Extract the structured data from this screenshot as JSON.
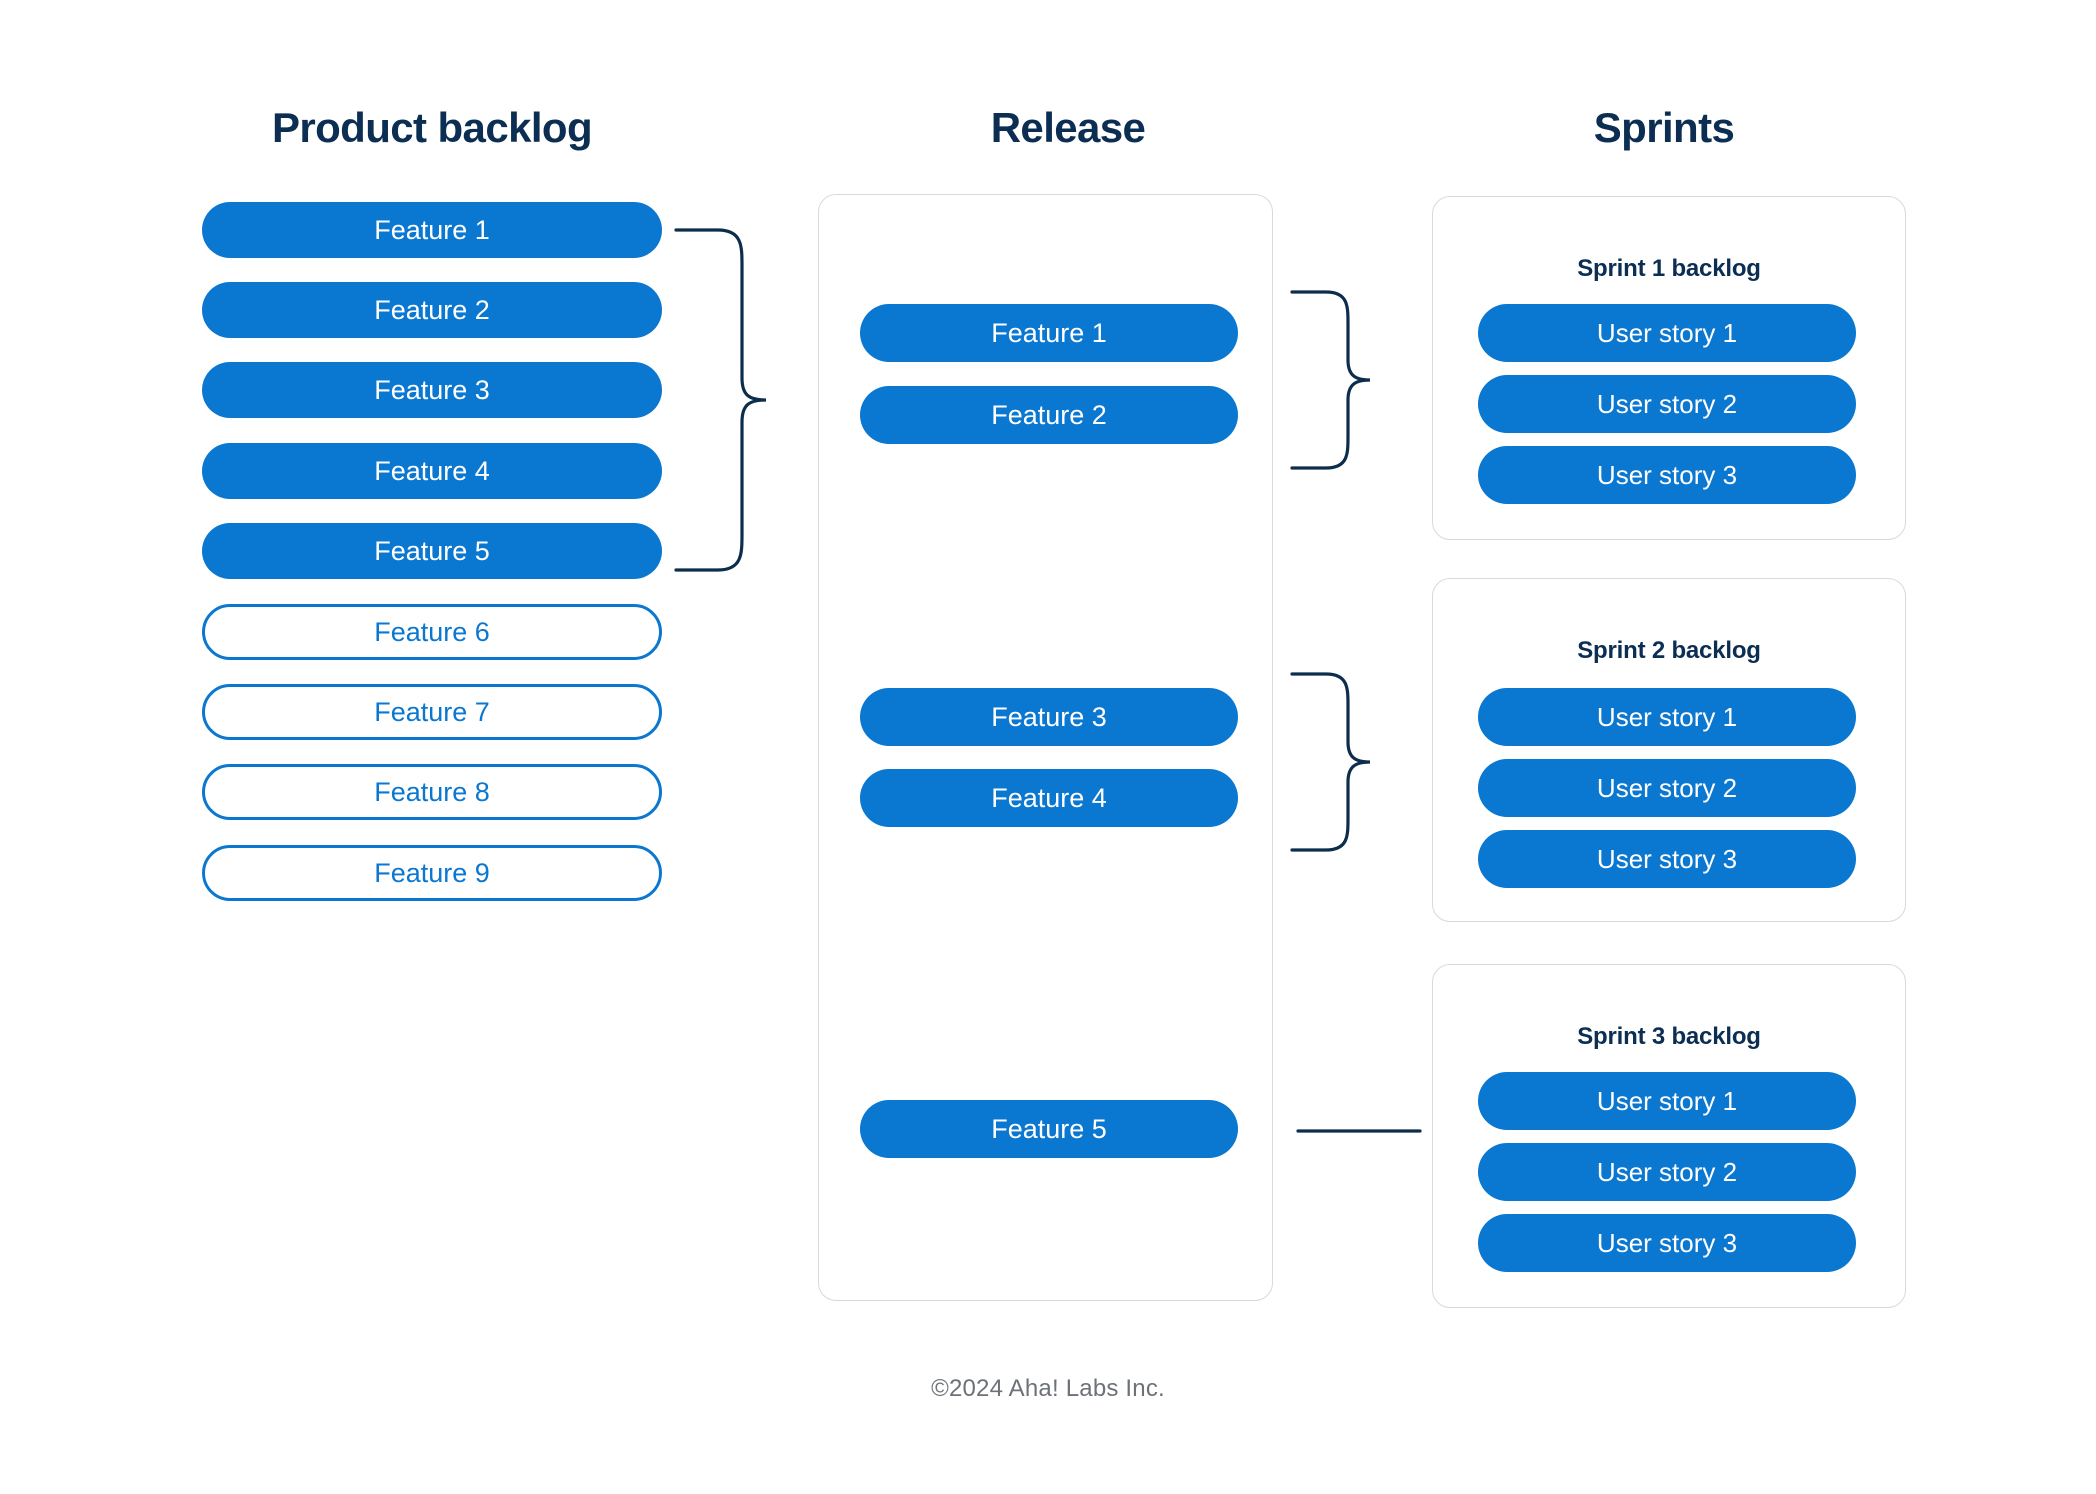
{
  "columns": {
    "backlog_title": "Product backlog",
    "release_title": "Release",
    "sprints_title": "Sprints"
  },
  "product_backlog": {
    "items": [
      {
        "label": "Feature 1",
        "state": "committed"
      },
      {
        "label": "Feature 2",
        "state": "committed"
      },
      {
        "label": "Feature 3",
        "state": "committed"
      },
      {
        "label": "Feature 4",
        "state": "committed"
      },
      {
        "label": "Feature 5",
        "state": "committed"
      },
      {
        "label": "Feature 6",
        "state": "uncommitted"
      },
      {
        "label": "Feature 7",
        "state": "uncommitted"
      },
      {
        "label": "Feature 8",
        "state": "uncommitted"
      },
      {
        "label": "Feature 9",
        "state": "uncommitted"
      }
    ]
  },
  "release": {
    "items": [
      {
        "label": "Feature 1"
      },
      {
        "label": "Feature 2"
      },
      {
        "label": "Feature 3"
      },
      {
        "label": "Feature 4"
      },
      {
        "label": "Feature 5"
      }
    ]
  },
  "sprints": [
    {
      "title": "Sprint 1 backlog",
      "stories": [
        {
          "label": "User story 1"
        },
        {
          "label": "User story 2"
        },
        {
          "label": "User story 3"
        }
      ]
    },
    {
      "title": "Sprint 2 backlog",
      "stories": [
        {
          "label": "User story 1"
        },
        {
          "label": "User story 2"
        },
        {
          "label": "User story 3"
        }
      ]
    },
    {
      "title": "Sprint 3 backlog",
      "stories": [
        {
          "label": "User story 1"
        },
        {
          "label": "User story 2"
        },
        {
          "label": "User story 3"
        }
      ]
    }
  ],
  "footer": {
    "copyright": "©2024 Aha! Labs Inc."
  },
  "colors": {
    "accent_blue": "#0a77d1",
    "heading_navy": "#0b2e52",
    "connector_navy": "#0d2d4d",
    "card_border": "#d9d9d9",
    "footer_gray": "#6d7278",
    "background": "#ffffff"
  }
}
